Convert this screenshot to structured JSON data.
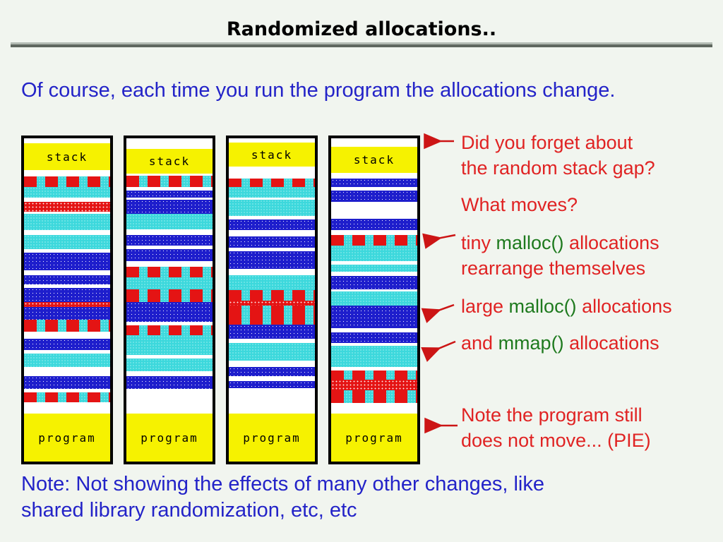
{
  "slide": {
    "title": "Randomized allocations..",
    "intro": "Of course, each time you run the program the allocations change.",
    "footer": {
      "line1": "Note: Not showing the effects of many other changes, like",
      "line2": "shared library randomization, etc, etc"
    }
  },
  "colors": {
    "background": "#f1f5ef",
    "intro_text": "#2323c8",
    "annotation_text": "#e02323",
    "function_text": "#1e7a1e",
    "arrow": "#cc1515",
    "stack_program_band": "#f6f200",
    "mmap_band_cyan": "#3cd8dc",
    "large_malloc_band_blue": "#1e1ecc",
    "tiny_malloc_band_red": "#e41414"
  },
  "annotations": {
    "stack_gap": {
      "line1": "Did you forget about",
      "line2": "the random stack gap?"
    },
    "what_moves": {
      "text": "What moves?"
    },
    "tiny_malloc": {
      "pre": "tiny ",
      "fn": "malloc()",
      "post": " allocations",
      "line2": "rearrange themselves"
    },
    "large_malloc": {
      "pre": "large ",
      "fn": "malloc()",
      "post": " allocations"
    },
    "mmap": {
      "pre": "and ",
      "fn": "mmap()",
      "post": " allocations"
    },
    "pie": {
      "line1": "Note the program still",
      "line2": "does not move... (PIE)"
    }
  },
  "columns": [
    {
      "run": 1,
      "stack_label": "stack",
      "program_label": "program",
      "bands": [
        [
          "gap",
          7
        ],
        [
          "stack",
          38
        ],
        [
          "gap",
          9
        ],
        [
          "tiny",
          15
        ],
        [
          "cyan",
          15
        ],
        [
          "gap",
          6
        ],
        [
          "redhatch",
          14
        ],
        [
          "gap",
          3
        ],
        [
          "cyan",
          23
        ],
        [
          "gap",
          7
        ],
        [
          "cyan",
          20
        ],
        [
          "gap",
          5
        ],
        [
          "blue",
          25
        ],
        [
          "gap",
          7
        ],
        [
          "blue",
          13
        ],
        [
          "gap",
          5
        ],
        [
          "blue",
          20
        ],
        [
          "redhatch",
          7
        ],
        [
          "blue",
          18
        ],
        [
          "tiny",
          17
        ],
        [
          "gap",
          10
        ],
        [
          "blue",
          16
        ],
        [
          "gap",
          5
        ],
        [
          "cyan",
          19
        ],
        [
          "gap",
          13
        ],
        [
          "blue",
          18
        ],
        [
          "gap",
          5
        ],
        [
          "tiny",
          14
        ],
        [
          "gap",
          16
        ],
        [
          "program",
          68
        ]
      ]
    },
    {
      "run": 2,
      "stack_label": "stack",
      "program_label": "program",
      "bands": [
        [
          "gap",
          15
        ],
        [
          "stack",
          35
        ],
        [
          "gap",
          3
        ],
        [
          "tiny",
          16
        ],
        [
          "gap",
          5
        ],
        [
          "blue",
          10
        ],
        [
          "gap",
          3
        ],
        [
          "blue",
          20
        ],
        [
          "cyan",
          22
        ],
        [
          "gap",
          8
        ],
        [
          "blue",
          15
        ],
        [
          "gap",
          5
        ],
        [
          "blue",
          17
        ],
        [
          "gap",
          8
        ],
        [
          "tiny",
          15
        ],
        [
          "cyan",
          17
        ],
        [
          "tiny",
          18
        ],
        [
          "blue",
          28
        ],
        [
          "gap",
          5
        ],
        [
          "tiny",
          14
        ],
        [
          "cyan",
          28
        ],
        [
          "gap",
          5
        ],
        [
          "cyan",
          18
        ],
        [
          "gap",
          7
        ],
        [
          "blue",
          18
        ],
        [
          "gap",
          35
        ],
        [
          "program",
          68
        ]
      ]
    },
    {
      "run": 3,
      "stack_label": "stack",
      "program_label": "program",
      "bands": [
        [
          "gap",
          6
        ],
        [
          "stack",
          34
        ],
        [
          "gap",
          17
        ],
        [
          "tiny",
          12
        ],
        [
          "cyan",
          15
        ],
        [
          "gap",
          3
        ],
        [
          "cyan",
          23
        ],
        [
          "gap",
          5
        ],
        [
          "blue",
          15
        ],
        [
          "gap",
          9
        ],
        [
          "blue",
          16
        ],
        [
          "gap",
          5
        ],
        [
          "blue",
          25
        ],
        [
          "gap",
          9
        ],
        [
          "cyan",
          21
        ],
        [
          "tiny",
          15
        ],
        [
          "redhatch",
          7
        ],
        [
          "tiny",
          10
        ],
        [
          "tiny",
          17
        ],
        [
          "blue",
          20
        ],
        [
          "gap",
          6
        ],
        [
          "cyan",
          25
        ],
        [
          "gap",
          9
        ],
        [
          "blue",
          13
        ],
        [
          "gap",
          7
        ],
        [
          "blue",
          10
        ],
        [
          "gap",
          36
        ],
        [
          "program",
          68
        ]
      ]
    },
    {
      "run": 4,
      "stack_label": "stack",
      "program_label": "program",
      "bands": [
        [
          "gap",
          12
        ],
        [
          "stack",
          37
        ],
        [
          "gap",
          8
        ],
        [
          "blue",
          12
        ],
        [
          "gap",
          5
        ],
        [
          "blue",
          16
        ],
        [
          "gap",
          24
        ],
        [
          "blue",
          16
        ],
        [
          "gap",
          7
        ],
        [
          "tiny",
          15
        ],
        [
          "cyan",
          22
        ],
        [
          "gap",
          5
        ],
        [
          "cyan",
          10
        ],
        [
          "gap",
          6
        ],
        [
          "blue",
          19
        ],
        [
          "gap",
          3
        ],
        [
          "cyan",
          20
        ],
        [
          "blue",
          32
        ],
        [
          "gap",
          6
        ],
        [
          "blue",
          15
        ],
        [
          "gap",
          4
        ],
        [
          "cyan",
          30
        ],
        [
          "gap",
          5
        ],
        [
          "tiny",
          13
        ],
        [
          "redhatch",
          15
        ],
        [
          "tiny",
          18
        ],
        [
          "gap",
          15
        ],
        [
          "program",
          68
        ]
      ]
    }
  ]
}
